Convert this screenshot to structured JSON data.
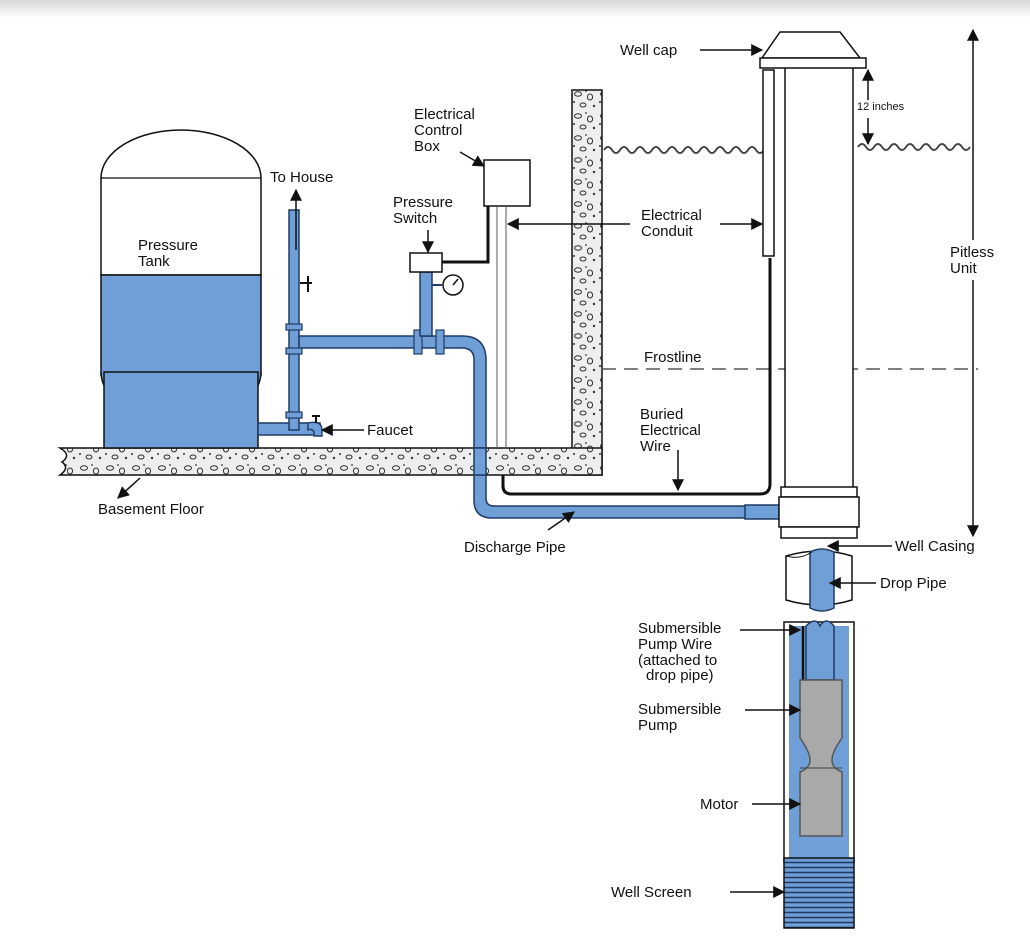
{
  "diagram": {
    "labels": {
      "well_cap": "Well cap",
      "twelve_inches": "12 inches",
      "electrical_control_box": [
        "Electrical",
        "Control",
        "Box"
      ],
      "to_house": "To House",
      "pressure_switch": [
        "Pressure",
        "Switch"
      ],
      "electrical_conduit": [
        "Electrical",
        "Conduit"
      ],
      "pitless_unit": [
        "Pitless",
        "Unit"
      ],
      "pressure_tank": [
        "Pressure",
        "Tank"
      ],
      "frostline": "Frostline",
      "buried_electrical_wire": [
        "Buried",
        "Electrical",
        "Wire"
      ],
      "faucet": "Faucet",
      "basement_floor": "Basement Floor",
      "discharge_pipe": "Discharge Pipe",
      "well_casing": "Well Casing",
      "drop_pipe": "Drop Pipe",
      "submersible_pump_wire": [
        "Submersible",
        "Pump Wire",
        "(attached to",
        "drop pipe)"
      ],
      "submersible_pump": [
        "Submersible",
        "Pump"
      ],
      "motor": "Motor",
      "well_screen": "Well Screen"
    },
    "colors": {
      "water": "#6f9fd6",
      "water_dark": "#1f3b66",
      "pipe_outline": "#1f3b66",
      "pump_gray": "#a9a9a9",
      "concrete": "#ececec",
      "line": "#111111"
    }
  }
}
